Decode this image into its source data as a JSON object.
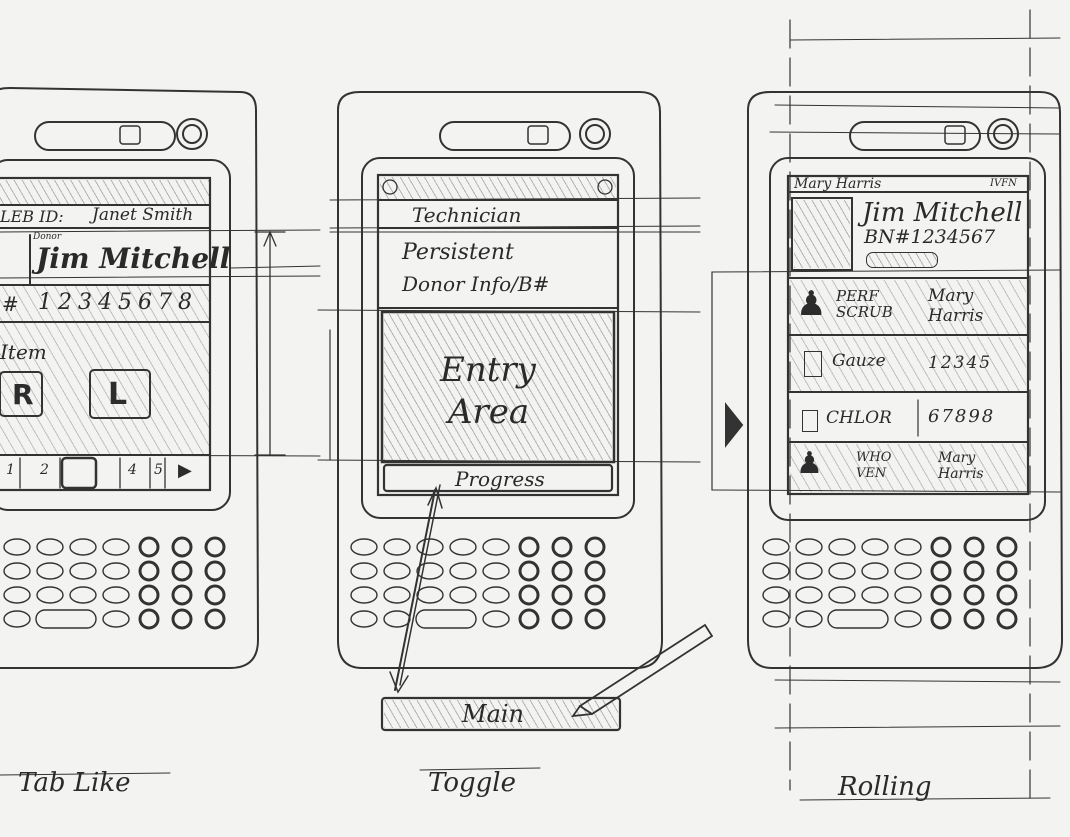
{
  "sketches": {
    "tab_like": {
      "caption": "Tab Like",
      "header_id_label": "LEB ID:",
      "header_id_value": "Janet Smith",
      "donor_tag": "Donor",
      "donor_name": "Jim Mitchell",
      "number_prefix": "#",
      "number_value": "12345678",
      "item_label": "Item",
      "button_r": "R",
      "button_l": "L",
      "tabs": [
        "1",
        "2",
        "",
        "4",
        "5",
        "▶"
      ]
    },
    "toggle": {
      "caption": "Toggle",
      "technician_label": "Technician",
      "persistent_line1": "Persistent",
      "persistent_line2": "Donor Info/B#",
      "entry_line1": "Entry",
      "entry_line2": "Area",
      "progress_bar_label": "Progress",
      "main_button_label": "Main"
    },
    "rolling": {
      "caption": "Rolling",
      "header_left": "Mary Harris",
      "header_right": "IVFN",
      "donor_name": "Jim Mitchell",
      "donor_bn": "BN#1234567",
      "donor_sub": "",
      "rows": [
        {
          "icon": "person-icon",
          "left": "PERF SCRUB",
          "right": "Mary Harris"
        },
        {
          "icon": "bag-icon",
          "left": "Gauze",
          "right": "12345"
        },
        {
          "icon": "bottle-icon",
          "left": "CHLOR",
          "right": "67898"
        },
        {
          "icon": "people-icon",
          "left": "WHO VEN",
          "right": "Mary Harris"
        }
      ]
    }
  },
  "colors": {
    "paper": "#f3f3f1",
    "ink": "#2c2c2c"
  }
}
